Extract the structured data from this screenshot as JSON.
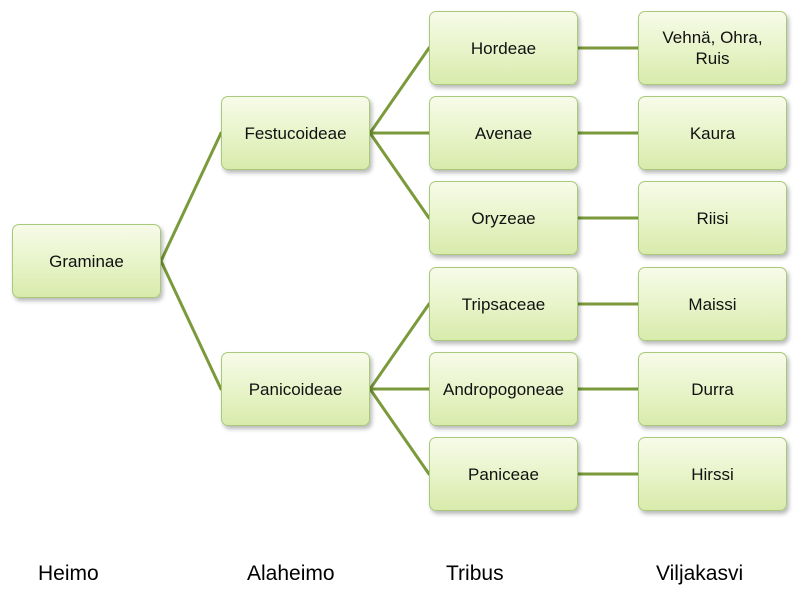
{
  "colors": {
    "connector": "#7a9a3b",
    "node_border": "#a9c97a",
    "node_fill_top": "#f7fbe9",
    "node_fill_bottom": "#d8ebac"
  },
  "nodes": {
    "graminae": "Graminae",
    "festucoideae": "Festucoideae",
    "panicoideae": "Panicoideae",
    "hordeae": "Hordeae",
    "avenae": "Avenae",
    "oryzeae": "Oryzeae",
    "tripsaceae": "Tripsaceae",
    "andropogoneae": "Andropogoneae",
    "paniceae": "Paniceae",
    "vehna_ohra_ruis": "Vehnä, Ohra, Ruis",
    "kaura": "Kaura",
    "riisi": "Riisi",
    "maissi": "Maissi",
    "durra": "Durra",
    "hirssi": "Hirssi"
  },
  "column_labels": {
    "heimo": "Heimo",
    "alaheimo": "Alaheimo",
    "tribus": "Tribus",
    "viljakasvi": "Viljakasvi"
  }
}
